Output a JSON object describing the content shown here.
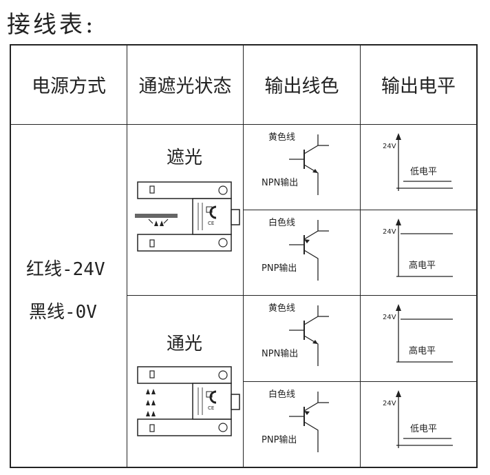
{
  "title": "接线表:",
  "headers": {
    "power": "电源方式",
    "state": "通遮光状态",
    "wire": "输出线色",
    "level": "输出电平"
  },
  "power": {
    "red": "红线-24V",
    "black": "黑线-0V"
  },
  "states": {
    "block": "遮光",
    "pass": "通光"
  },
  "rows": [
    {
      "wire_color": "黄色线",
      "output": "NPN输出",
      "voltage": "24V",
      "level": "低电平"
    },
    {
      "wire_color": "白色线",
      "output": "PNP输出",
      "voltage": "24V",
      "level": "高电平"
    },
    {
      "wire_color": "黄色线",
      "output": "NPN输出",
      "voltage": "24V",
      "level": "高电平"
    },
    {
      "wire_color": "白色线",
      "output": "PNP输出",
      "voltage": "24V",
      "level": "低电平"
    }
  ]
}
